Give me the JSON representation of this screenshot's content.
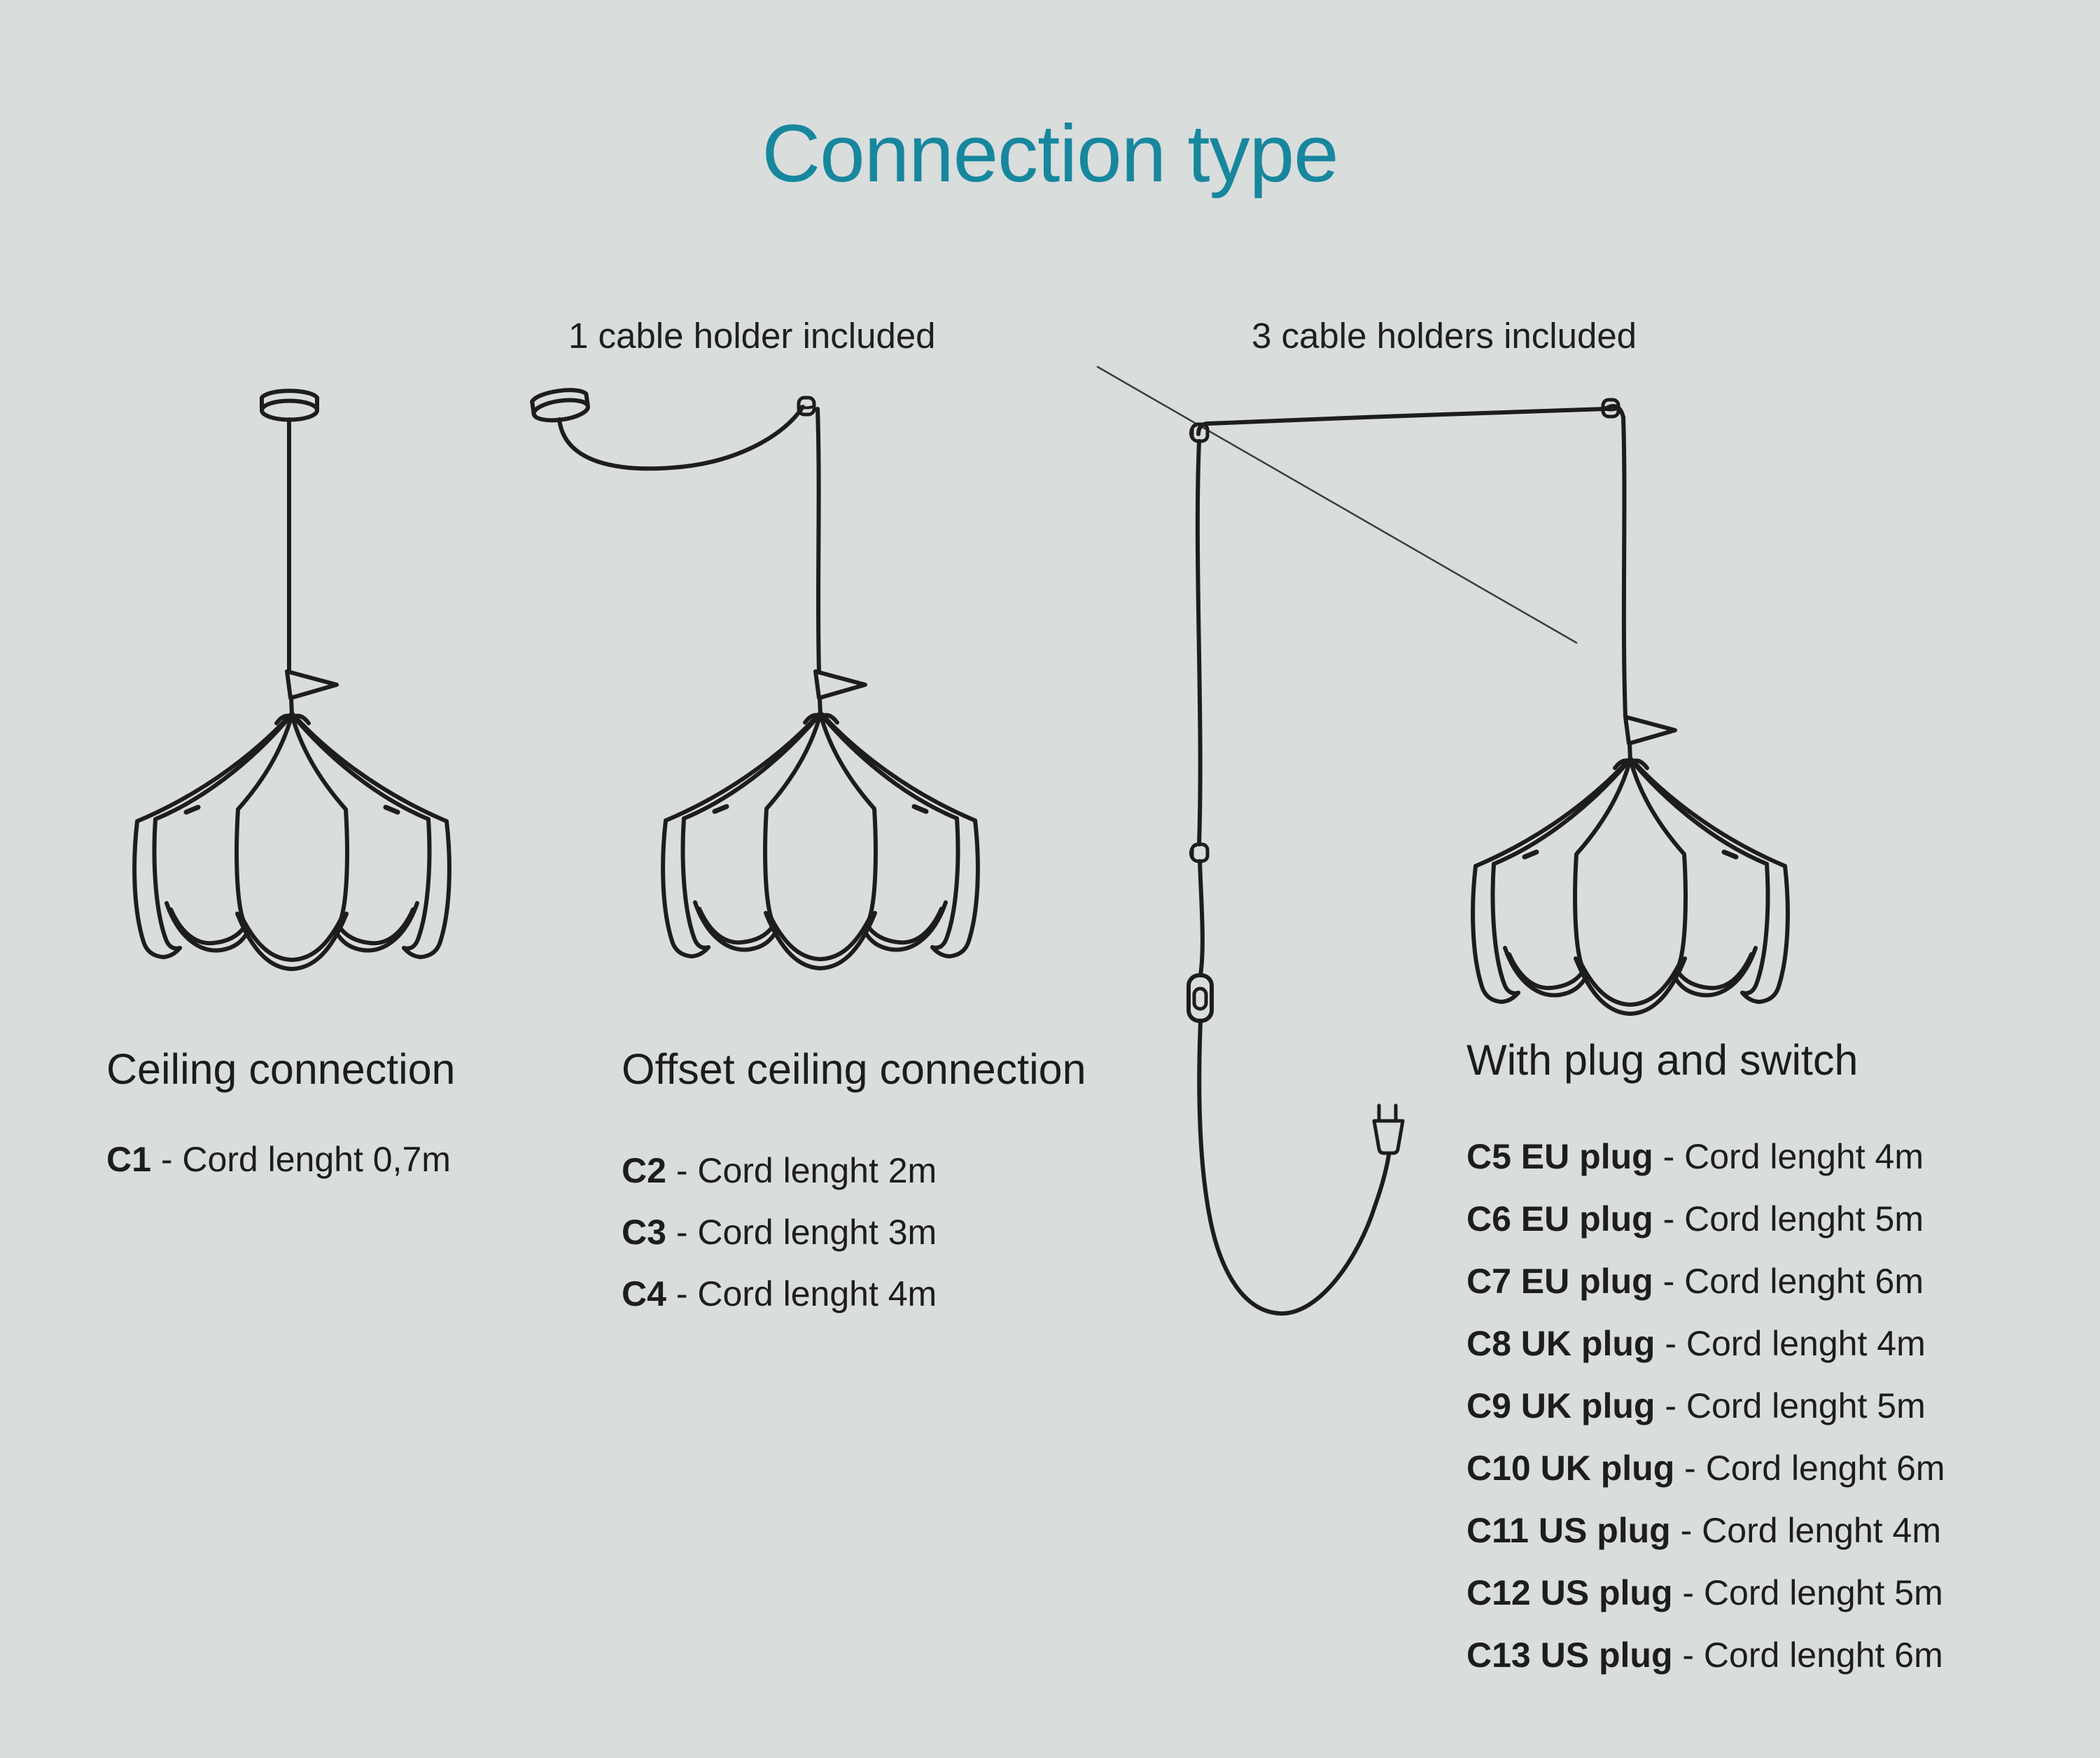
{
  "title": "Connection type",
  "separator": " - ",
  "annotations": {
    "offset_note": "1 cable holder included",
    "plug_note": "3 cable holders included"
  },
  "sections": {
    "ceiling": {
      "heading": "Ceiling connection",
      "items": [
        {
          "code": "C1",
          "label": "Cord lenght 0,7m"
        }
      ]
    },
    "offset": {
      "heading": "Offset ceiling connection",
      "items": [
        {
          "code": "C2",
          "label": "Cord lenght 2m"
        },
        {
          "code": "C3",
          "label": "Cord lenght 3m"
        },
        {
          "code": "C4",
          "label": "Cord lenght 4m"
        }
      ]
    },
    "plug": {
      "heading": "With plug and switch",
      "items": [
        {
          "code": "C5 EU plug",
          "label": "Cord lenght 4m"
        },
        {
          "code": "C6 EU plug",
          "label": "Cord lenght 5m"
        },
        {
          "code": "C7 EU plug",
          "label": "Cord lenght 6m"
        },
        {
          "code": "C8 UK plug",
          "label": "Cord lenght 4m"
        },
        {
          "code": "C9 UK plug",
          "label": "Cord lenght 5m"
        },
        {
          "code": "C10 UK plug",
          "label": "Cord lenght 6m"
        },
        {
          "code": "C11 US plug",
          "label": "Cord lenght 4m"
        },
        {
          "code": "C12 US plug",
          "label": "Cord lenght 5m"
        },
        {
          "code": "C13 US plug",
          "label": "Cord lenght 6m"
        }
      ]
    }
  },
  "colors": {
    "background": "#d9dddc",
    "line": "#1d1d1b",
    "accent_title": "#17879e",
    "text": "#1d1d1b"
  },
  "figures": {
    "ceiling_figure": "pendant lamp hanging straight from ceiling canopy",
    "offset_figure": "pendant lamp offset from canopy via one cable holder",
    "plug_figure": "pendant lamp on cable with three holders, switch and wall plug"
  }
}
